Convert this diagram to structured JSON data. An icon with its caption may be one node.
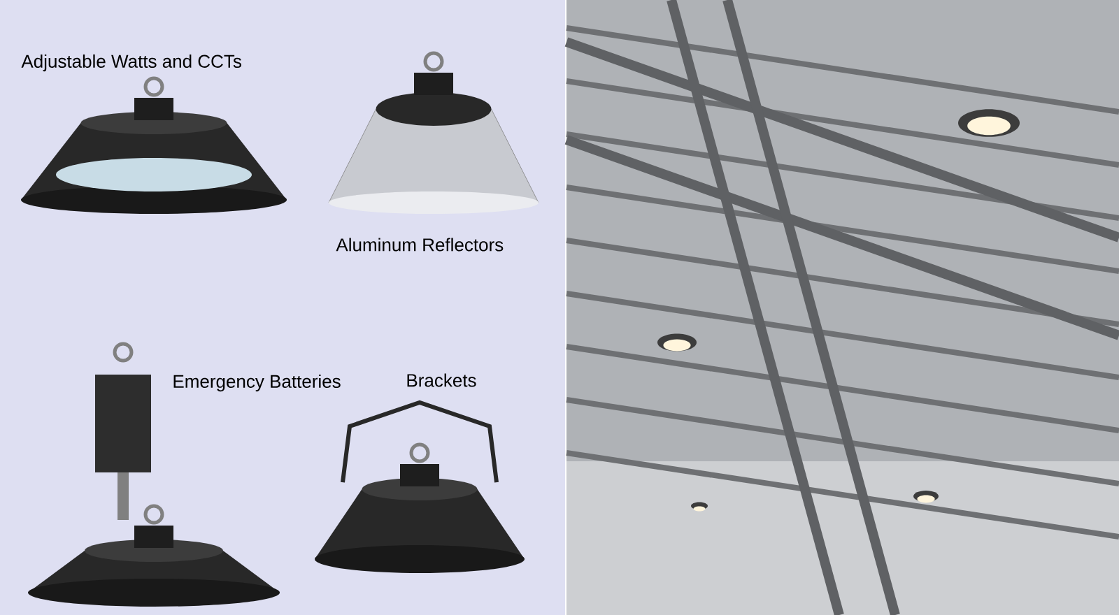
{
  "diagram": {
    "labels": [
      "Adjustable Watts and CCTs",
      "Aluminum Reflectors",
      "Emergency Batteries",
      "Brackets"
    ]
  }
}
